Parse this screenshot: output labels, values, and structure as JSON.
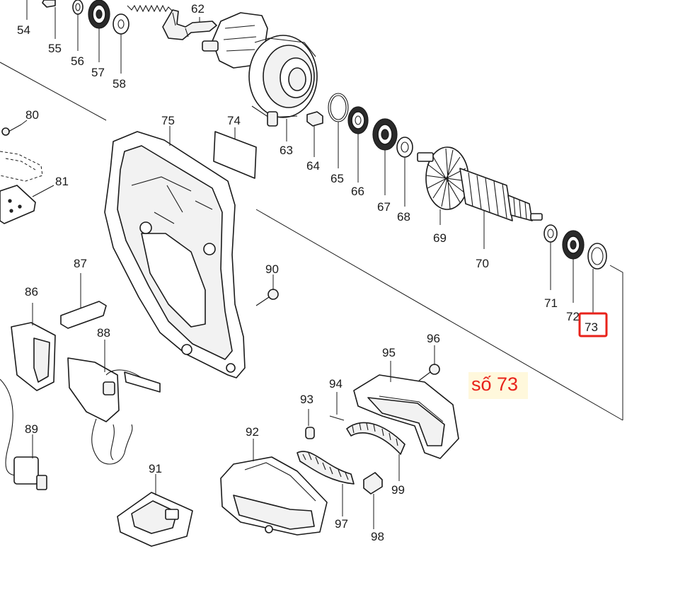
{
  "labels": [
    {
      "id": "54",
      "text": "54"
    },
    {
      "id": "55",
      "text": "55"
    },
    {
      "id": "56",
      "text": "56"
    },
    {
      "id": "57",
      "text": "57"
    },
    {
      "id": "58",
      "text": "58"
    },
    {
      "id": "62",
      "text": "62"
    },
    {
      "id": "63",
      "text": "63"
    },
    {
      "id": "64",
      "text": "64"
    },
    {
      "id": "65",
      "text": "65"
    },
    {
      "id": "66",
      "text": "66"
    },
    {
      "id": "67",
      "text": "67"
    },
    {
      "id": "68",
      "text": "68"
    },
    {
      "id": "69",
      "text": "69"
    },
    {
      "id": "70",
      "text": "70"
    },
    {
      "id": "71",
      "text": "71"
    },
    {
      "id": "72",
      "text": "72"
    },
    {
      "id": "73",
      "text": "73"
    },
    {
      "id": "74",
      "text": "74"
    },
    {
      "id": "75",
      "text": "75"
    },
    {
      "id": "80",
      "text": "80"
    },
    {
      "id": "81",
      "text": "81"
    },
    {
      "id": "86",
      "text": "86"
    },
    {
      "id": "87",
      "text": "87"
    },
    {
      "id": "88",
      "text": "88"
    },
    {
      "id": "89",
      "text": "89"
    },
    {
      "id": "90",
      "text": "90"
    },
    {
      "id": "91",
      "text": "91"
    },
    {
      "id": "92",
      "text": "92"
    },
    {
      "id": "93",
      "text": "93"
    },
    {
      "id": "94",
      "text": "94"
    },
    {
      "id": "95",
      "text": "95"
    },
    {
      "id": "96",
      "text": "96"
    },
    {
      "id": "97",
      "text": "97"
    },
    {
      "id": "98",
      "text": "98"
    },
    {
      "id": "99",
      "text": "99"
    }
  ],
  "annotation": {
    "text": "số 73",
    "color": "#e8221a"
  },
  "highlight": {
    "target": "73",
    "color": "#e8221a"
  },
  "colors": {
    "ink": "#1a1a1a",
    "note_bg": "#fff8dc"
  }
}
